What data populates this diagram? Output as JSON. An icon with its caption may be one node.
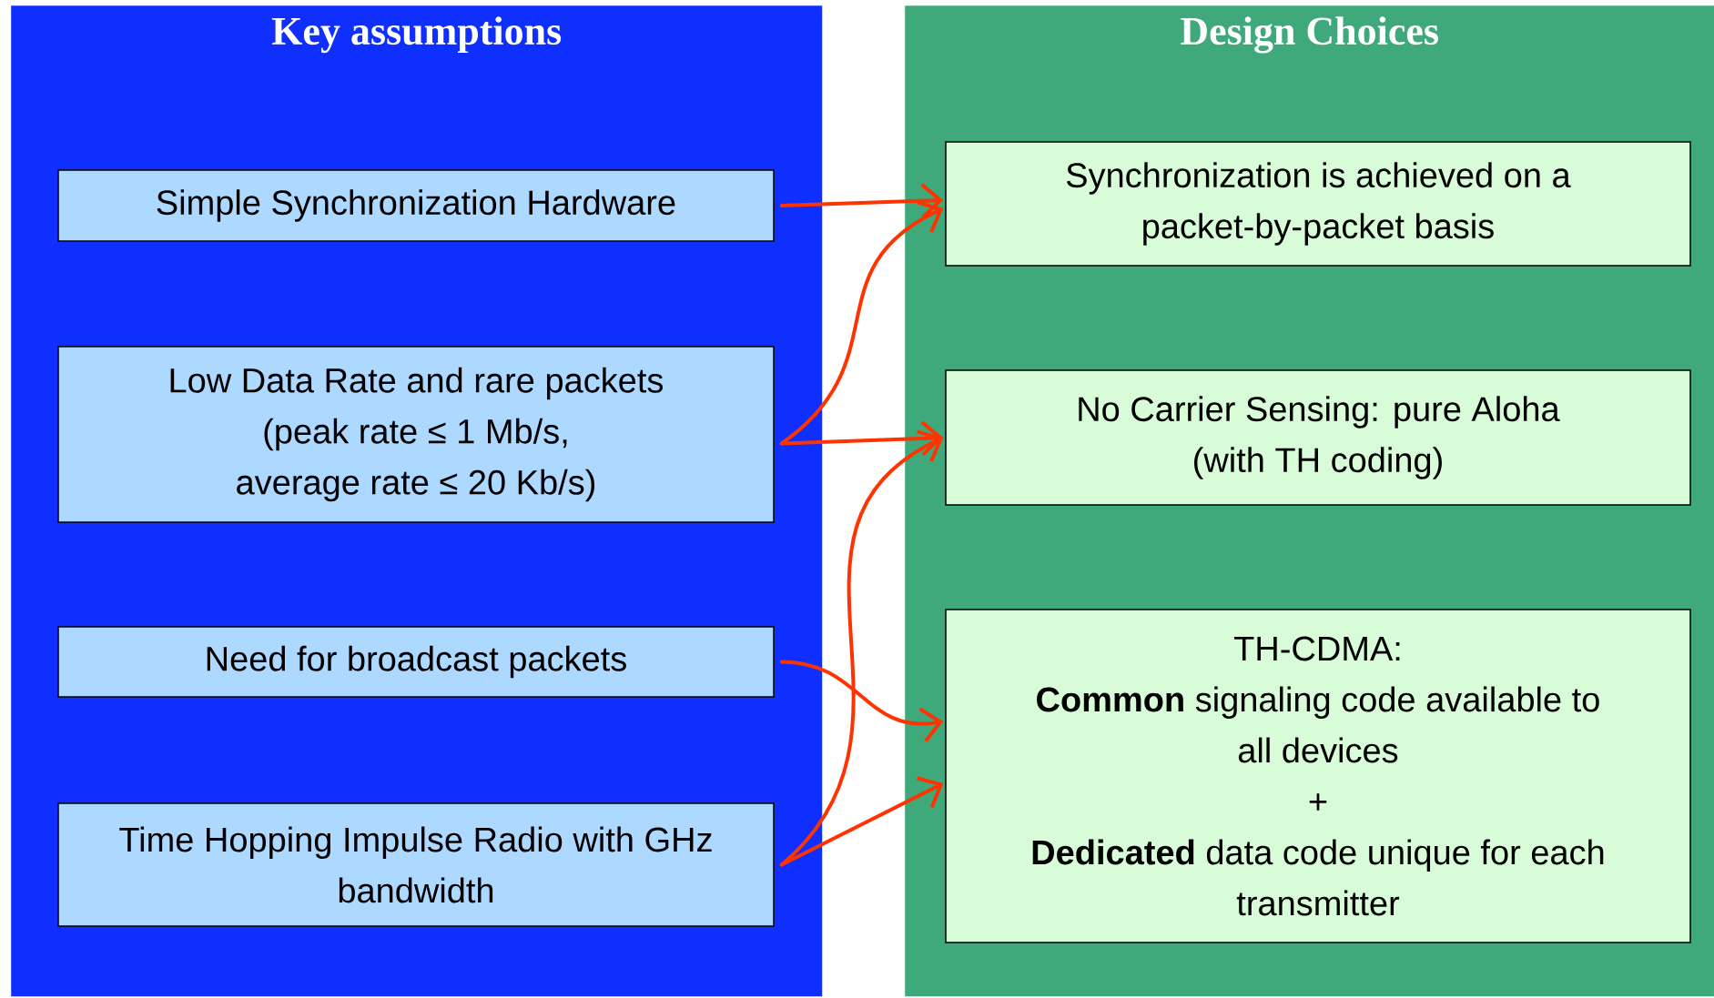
{
  "diagram": {
    "nodes": [
      {
        "text": [
          "Key assumptions"
        ]
      },
      {
        "text": [
          "Design Choices"
        ]
      },
      {
        "text": [
          "Simple Synchronization Hardware"
        ],
        "in": 0
      },
      {
        "text": [
          "Low Data Rate and rare packets",
          "(peak rate ≤ 1 Mb/s, average rate ≤ 20 Kb/s)"
        ],
        "in": 0
      },
      {
        "text": [
          "Need for broadcast packets"
        ],
        "in": 0
      },
      {
        "text": [
          "Time Hopping Impulse Radio with GHz bandwidth"
        ],
        "in": 0
      },
      {
        "text": [
          "Synchronization is achieved on a packet-by-packet basis"
        ],
        "in": 1
      },
      {
        "text": [
          "No Carrier Sensing: pure Aloha (with TH coding)"
        ],
        "in": 1
      },
      {
        "text": [
          "TH-CDMA:",
          "**Common** signaling code available to all devices",
          "+",
          "**Dedicated** data code unique for each transmitter"
        ],
        "in": 1
      }
    ],
    "edges": [
      {
        "from": 2,
        "to": 6,
        "arrow": "to"
      },
      {
        "from": 3,
        "to": 6,
        "arrow": "to"
      },
      {
        "from": 3,
        "to": 7,
        "arrow": "to"
      },
      {
        "from": 4,
        "to": 8,
        "arrow": "to"
      },
      {
        "from": 5,
        "to": 7,
        "arrow": "to"
      },
      {
        "from": 5,
        "to": 8,
        "arrow": "to"
      }
    ]
  }
}
